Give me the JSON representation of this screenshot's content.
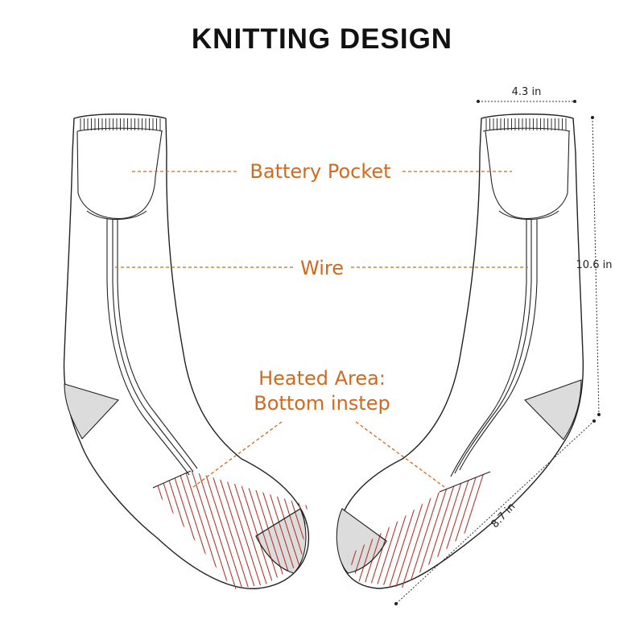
{
  "title": "KNITTING DESIGN",
  "callouts": {
    "battery_pocket": "Battery Pocket",
    "wire": "Wire",
    "heated_area_line1": "Heated Area:",
    "heated_area_line2": "Bottom instep"
  },
  "dimensions": {
    "width": "4.3  in",
    "height": "10.6  in",
    "foot_length": "8.7  in"
  },
  "colors": {
    "callout": "#d2691e",
    "heated_lines": "#b03a2e",
    "heel_fill": "#dcdcdc",
    "outline": "#222222"
  }
}
